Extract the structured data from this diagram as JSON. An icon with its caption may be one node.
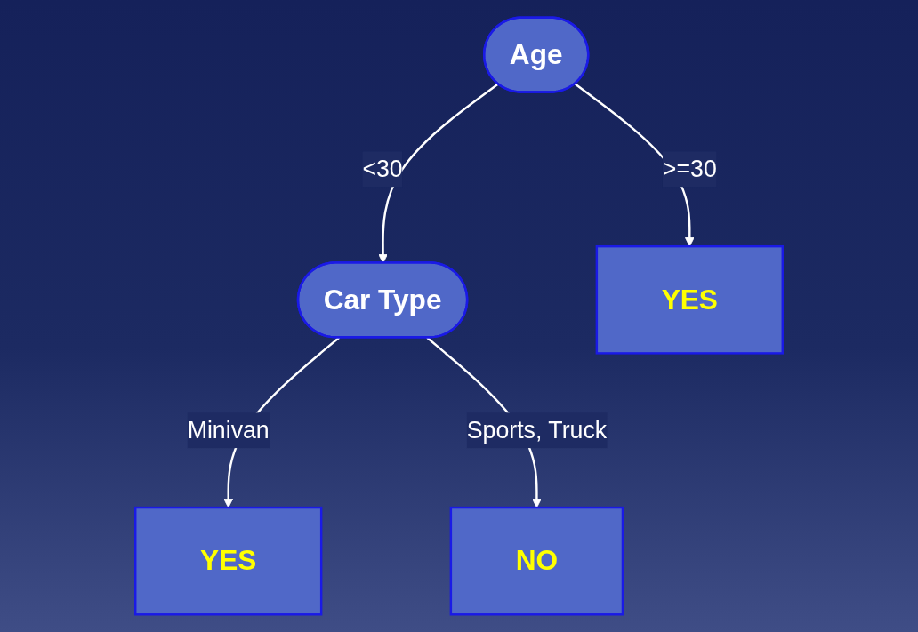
{
  "diagram": {
    "nodes": [
      {
        "text": [
          "Age"
        ]
      },
      {
        "text": [
          "Car Type"
        ]
      },
      {
        "text": [
          "YES"
        ]
      },
      {
        "text": [
          "YES"
        ]
      },
      {
        "text": [
          "NO"
        ]
      }
    ],
    "edges": [
      {
        "from": 0,
        "to": 1,
        "arrow": "to",
        "label": "<30"
      },
      {
        "from": 0,
        "to": 2,
        "arrow": "to",
        "label": ">=30"
      },
      {
        "from": 1,
        "to": 3,
        "arrow": "to",
        "label": "Minivan"
      },
      {
        "from": 1,
        "to": 4,
        "arrow": "to",
        "label": "Sports, Truck"
      }
    ]
  }
}
